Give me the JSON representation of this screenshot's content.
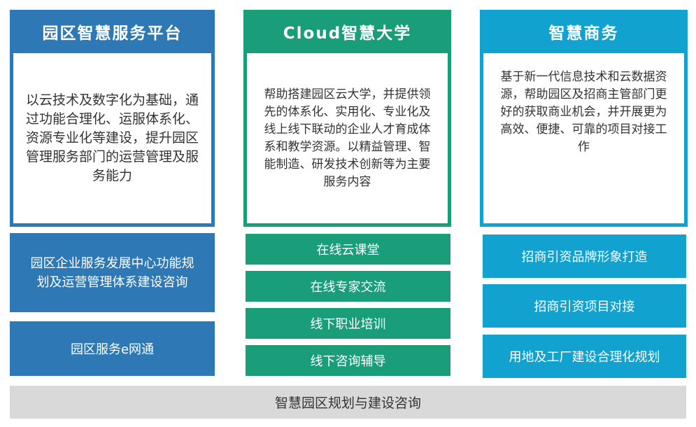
{
  "columns": [
    {
      "title": "园区智慧服务平台",
      "description": "以云技术及数字化为基础，通过功能合理化、运服体系化、资源专业化等建设，提升园区管理服务部门的运营管理及服务能力",
      "items": [
        "园区企业服务发展中心功能规划及运营管理体系建设咨询",
        "园区服务e网通"
      ]
    },
    {
      "title": "Cloud智慧大学",
      "description": "帮助搭建园区云大学，并提供领先的体系化、实用化、专业化及线上线下联动的企业人才育成体系和教学资源。以精益管理、智能制造、研发技术创新等为主要服务内容",
      "items": [
        "在线云课堂",
        "在线专家交流",
        "线下职业培训",
        "线下咨询辅导"
      ]
    },
    {
      "title": "智慧商务",
      "description": "基于新一代信息技术和云数据资源，帮助园区及招商主管部门更好的获取商业机会，并开展更为高效、便捷、可靠的项目对接工作",
      "items": [
        "招商引资品牌形象打造",
        "招商引资项目对接",
        "用地及工厂建设合理化规划"
      ]
    }
  ],
  "footer": "智慧园区规划与建设咨询",
  "colors": {
    "blue": "#2e78b5",
    "green": "#1a9e7a",
    "cyan": "#12a2cf",
    "footer_bg": "#d9d9d9"
  }
}
